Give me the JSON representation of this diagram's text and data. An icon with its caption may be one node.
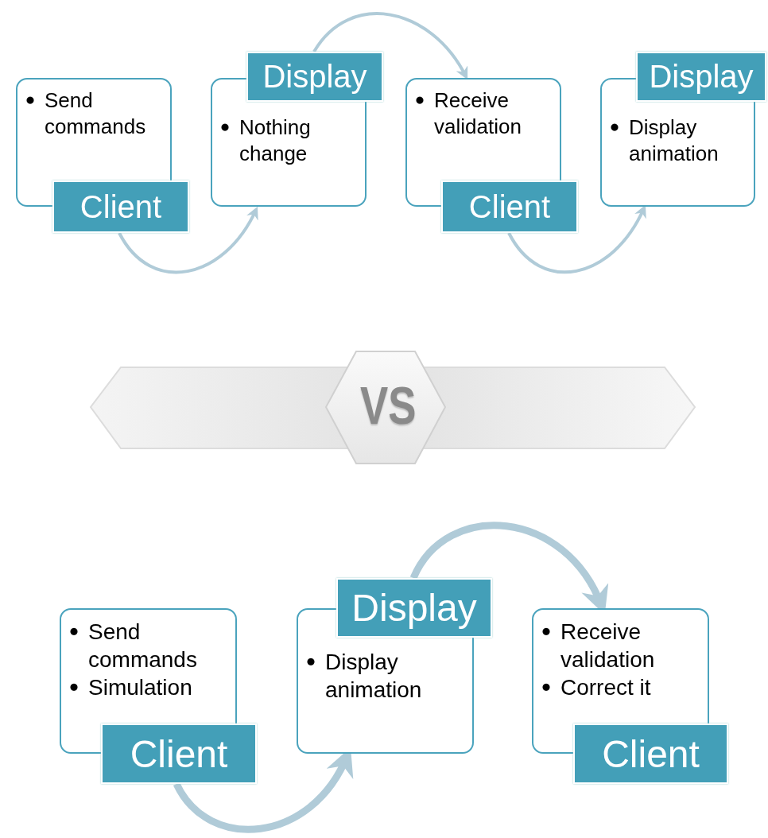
{
  "diagram": {
    "nodes": [
      {
        "text": [
          "Send commands",
          "Client"
        ]
      },
      {
        "text": [
          "Display",
          "Nothing change"
        ]
      },
      {
        "text": [
          "Receive validation",
          "Client"
        ]
      },
      {
        "text": [
          "Display",
          "Display animation"
        ]
      },
      {
        "text": [
          "VS"
        ]
      },
      {
        "text": [
          "Send commands",
          "Simulation",
          "Client"
        ]
      },
      {
        "text": [
          "Display",
          "Display animation"
        ]
      },
      {
        "text": [
          "Receive validation",
          "Correct it",
          "Client"
        ]
      }
    ],
    "edges": [
      {
        "from": 0,
        "to": 1,
        "arrow": "to"
      },
      {
        "from": 1,
        "to": 2,
        "arrow": "to"
      },
      {
        "from": 2,
        "to": 3,
        "arrow": "to"
      },
      {
        "from": 5,
        "to": 6,
        "arrow": "to",
        "style": "thick"
      },
      {
        "from": 6,
        "to": 7,
        "arrow": "to",
        "style": "thick"
      }
    ]
  }
}
